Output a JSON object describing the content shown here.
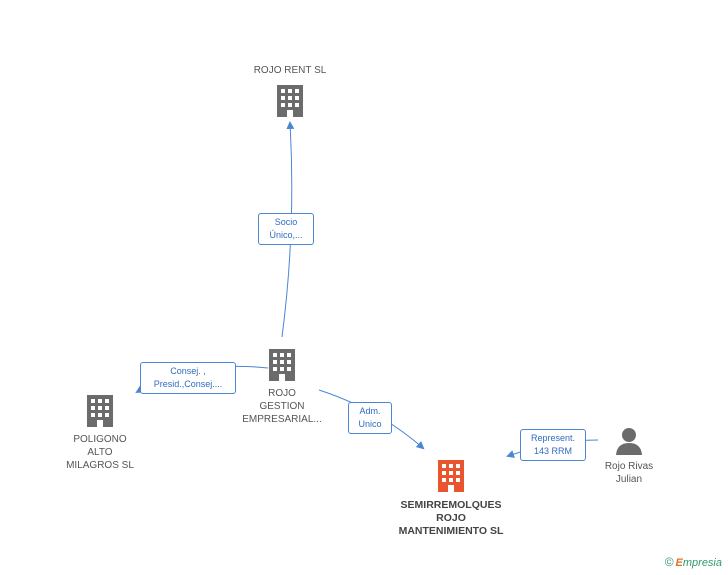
{
  "colors": {
    "edge": "#4a86d4",
    "building": "#6b6b6b",
    "building_focus": "#e8552f",
    "person": "#6b6b6b",
    "brand": "#2e9b6a"
  },
  "nodes": {
    "rojo_rent": {
      "label": "ROJO RENT SL",
      "icon": "building-icon"
    },
    "rojo_gestion": {
      "label": "ROJO\nGESTION\nEMPRESARIAL...",
      "icon": "building-icon"
    },
    "poligono": {
      "label": "POLIGONO\nALTO\nMILAGROS SL",
      "icon": "building-icon"
    },
    "semirremolques": {
      "label": "SEMIRREMOLQUES\nROJO\nMANTENIMIENTO SL",
      "icon": "building-icon"
    },
    "rojo_rivas": {
      "label": "Rojo Rivas\nJulian",
      "icon": "person-icon"
    }
  },
  "edges": {
    "socio": {
      "label": "Socio\nÚnico,..."
    },
    "consej": {
      "label": "Consej. ,\nPresid.,Consej...."
    },
    "adm": {
      "label": "Adm.\nUnico"
    },
    "represent": {
      "label": "Represent.\n143 RRM"
    }
  },
  "brand": {
    "copyright": "©",
    "name_first": "E",
    "name_rest": "mpresia"
  }
}
